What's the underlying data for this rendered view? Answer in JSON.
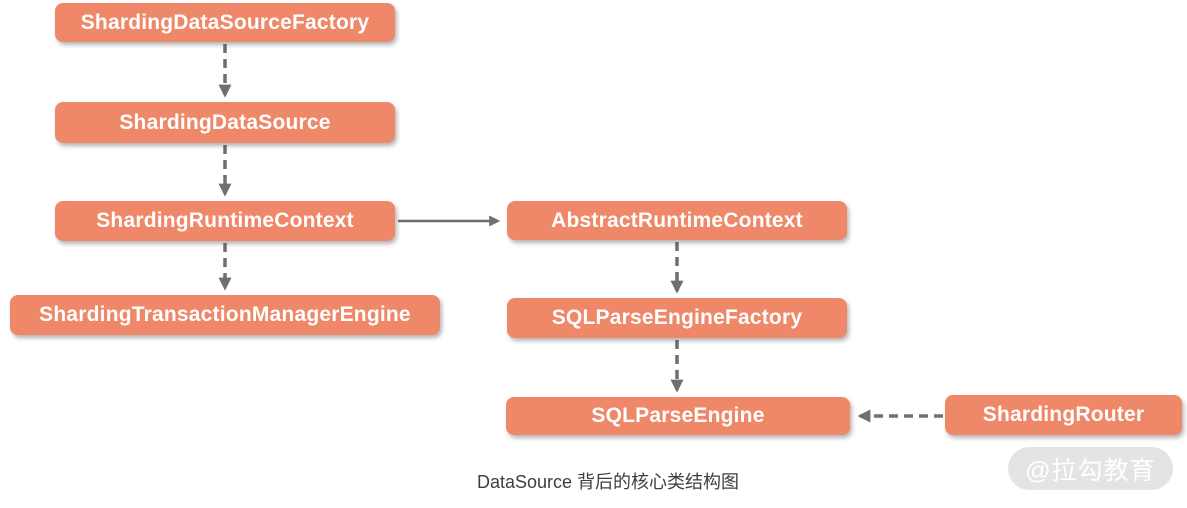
{
  "diagram": {
    "caption": "DataSource 背后的核心类结构图",
    "watermark": "@拉勾教育",
    "colors": {
      "node_fill": "#EF8769",
      "node_text": "#FFFFFF",
      "arrow": "#6F6F6F",
      "caption_text": "#3E3E3E",
      "watermark_bg": "#E4E4E4",
      "watermark_text": "#FFFFFF"
    },
    "nodes": [
      {
        "id": "sharding-data-source-factory",
        "label": "ShardingDataSourceFactory"
      },
      {
        "id": "sharding-data-source",
        "label": "ShardingDataSource"
      },
      {
        "id": "sharding-runtime-context",
        "label": "ShardingRuntimeContext"
      },
      {
        "id": "sharding-transaction-manager-engine",
        "label": "ShardingTransactionManagerEngine"
      },
      {
        "id": "abstract-runtime-context",
        "label": "AbstractRuntimeContext"
      },
      {
        "id": "sql-parse-engine-factory",
        "label": "SQLParseEngineFactory"
      },
      {
        "id": "sql-parse-engine",
        "label": "SQLParseEngine"
      },
      {
        "id": "sharding-router",
        "label": "ShardingRouter"
      }
    ],
    "edges": [
      {
        "from": "ShardingDataSourceFactory",
        "to": "ShardingDataSource",
        "style": "dashed",
        "direction": "down"
      },
      {
        "from": "ShardingDataSource",
        "to": "ShardingRuntimeContext",
        "style": "dashed",
        "direction": "down"
      },
      {
        "from": "ShardingRuntimeContext",
        "to": "ShardingTransactionManagerEngine",
        "style": "dashed",
        "direction": "down"
      },
      {
        "from": "ShardingRuntimeContext",
        "to": "AbstractRuntimeContext",
        "style": "solid",
        "direction": "right"
      },
      {
        "from": "AbstractRuntimeContext",
        "to": "SQLParseEngineFactory",
        "style": "dashed",
        "direction": "down"
      },
      {
        "from": "SQLParseEngineFactory",
        "to": "SQLParseEngine",
        "style": "dashed",
        "direction": "down"
      },
      {
        "from": "ShardingRouter",
        "to": "SQLParseEngine",
        "style": "dashed",
        "direction": "left"
      }
    ]
  }
}
